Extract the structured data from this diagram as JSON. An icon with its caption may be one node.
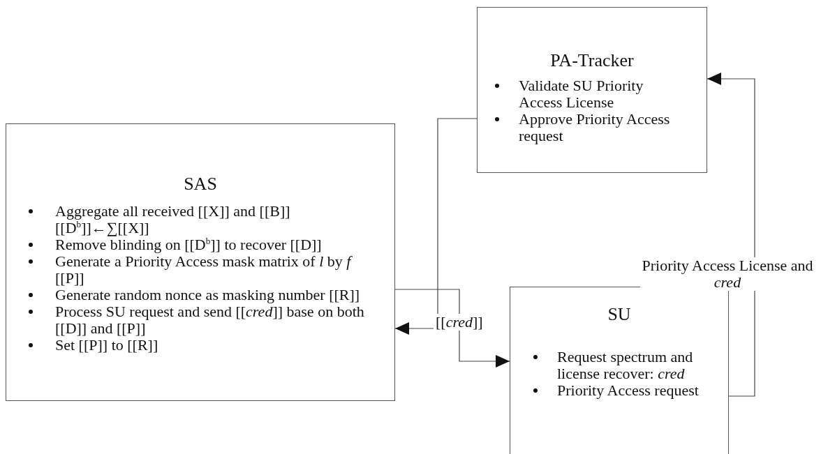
{
  "diagram": {
    "nodes": [
      {
        "text": [
          "PA-Tracker",
          "Validate SU Priority Access License",
          "Approve Priority Access request"
        ]
      },
      {
        "text": [
          "SAS",
          "Aggregate all received [[X]] and [[B]] [[D$^{b}$]]←∑[[X]]",
          "Remove blinding on [[D$^{b}$]] to recover [[D]]",
          "Generate a Priority Access mask matrix of *l* by *f* [[P]]",
          "Generate random nonce as masking number [[R]]",
          "Process SU request and send [[*cred*]] base on both [[D]] and [[P]]",
          "Set [[P]] to [[R]]"
        ]
      },
      {
        "text": [
          "SU",
          "Request spectrum and license recover: *cred*",
          "Priority Access request"
        ]
      }
    ],
    "edges": [
      {
        "from": 0,
        "to": 1,
        "arrow": "to"
      },
      {
        "from": 1,
        "to": 2,
        "arrow": "to",
        "label": "[[*cred*]]"
      },
      {
        "from": 2,
        "to": 0,
        "arrow": "to",
        "label": "Priority Access License and *cred*"
      }
    ]
  }
}
